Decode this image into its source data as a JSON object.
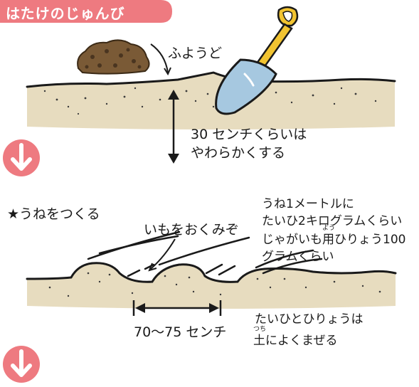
{
  "title": "はたけのじゅんび",
  "step1": {
    "compost_label": "ふようど",
    "depth_line1": "30 センチくらいは",
    "depth_line2": "やわらかくする"
  },
  "step2": {
    "heading": "★うねをつくる",
    "furrow_label": "いもをおくみぞ",
    "fertilizer_line1": "うね1メートルに",
    "fertilizer_line2": "たいひ2キログラムくらい",
    "fertilizer_line3": "じゃがいも用ひりょう100",
    "fertilizer_line4": "グラムくらい",
    "ruby_you": "よう",
    "spacing_label": "70～75 センチ",
    "mix_line1": "たいひとひりょうは",
    "mix_line2": "土によくまぜる",
    "ruby_tsuchi": "つち"
  },
  "colors": {
    "accent": "#ee7a80",
    "soil": "#e7dcbf",
    "shovel_blade": "#a6c8e0",
    "shovel_handle": "#f2c431",
    "compost": "#7a5a36"
  },
  "icons": [
    "down-arrow-icon",
    "shovel-icon",
    "compost-pile-icon",
    "double-arrow-icon"
  ]
}
